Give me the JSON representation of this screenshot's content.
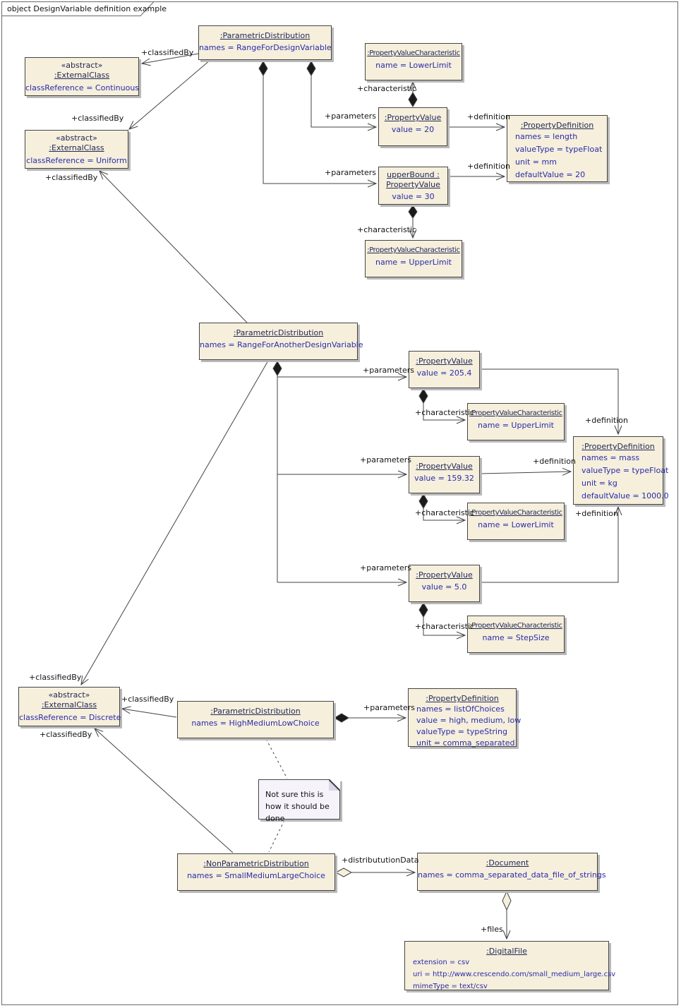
{
  "frame": {
    "title": "object DesignVariable definition example"
  },
  "colors": {
    "box_fill": "#F5EFDC",
    "box_border": "#454545",
    "title_text": "#232858",
    "attr_text": "#2B2BAA",
    "note_fill": "#F6F3FB",
    "line": "#434343",
    "shadow": "#B9B9B9"
  },
  "nodes": {
    "a": {
      "title": ":ParametricDistribution",
      "attrs": [
        "names = RangeForDesignVariable"
      ]
    },
    "b": {
      "stereotype": "«abstract»",
      "title": ":ExternalClass",
      "attrs": [
        "classReference = Continuous"
      ]
    },
    "c": {
      "stereotype": "«abstract»",
      "title": ":ExternalClass",
      "attrs": [
        "classReference = Uniform"
      ]
    },
    "d": {
      "title": ":PropertyValueCharacteristic",
      "attrs": [
        "name = LowerLimit"
      ]
    },
    "e": {
      "title": ":PropertyValue",
      "attrs": [
        "value = 20"
      ]
    },
    "f": {
      "title": ":PropertyDefinition",
      "attrs": [
        "names = length",
        "valueType = typeFloat",
        "unit = mm",
        "defaultValue = 20"
      ]
    },
    "g": {
      "title": "upperBound :",
      "title2": "PropertyValue",
      "attrs": [
        "value = 30"
      ]
    },
    "h": {
      "title": ":PropertyValueCharacteristic",
      "attrs": [
        "name = UpperLimit"
      ]
    },
    "i": {
      "title": ":ParametricDistribution",
      "attrs": [
        "names = RangeForAnotherDesignVariable"
      ]
    },
    "j": {
      "title": ":PropertyValue",
      "attrs": [
        "value = 205.4"
      ]
    },
    "k": {
      "title": ":PropertyValueCharacteristic",
      "attrs": [
        "name = UpperLimit"
      ]
    },
    "l": {
      "title": ":PropertyValue",
      "attrs": [
        "value = 159.32"
      ]
    },
    "m": {
      "title": ":PropertyValueCharacteristic",
      "attrs": [
        "name = LowerLimit"
      ]
    },
    "n": {
      "title": ":PropertyDefinition",
      "attrs": [
        "names = mass",
        "valueType = typeFloat",
        "unit = kg",
        "defaultValue = 1000.0"
      ]
    },
    "o": {
      "title": ":PropertyValue",
      "attrs": [
        "value = 5.0"
      ]
    },
    "p": {
      "title": ":PropertyValueCharacteristic",
      "attrs": [
        "name = StepSize"
      ]
    },
    "q": {
      "stereotype": "«abstract»",
      "title": ":ExternalClass",
      "attrs": [
        "classReference = Discrete"
      ]
    },
    "r": {
      "title": ":ParametricDistribution",
      "attrs": [
        "names = HighMediumLowChoice"
      ]
    },
    "s": {
      "title": ":PropertyDefinition",
      "attrs": [
        "names = listOfChoices",
        "value = high, medium, low",
        "valueType = typeString",
        "unit = comma_separated"
      ]
    },
    "u": {
      "title": ":NonParametricDistribution",
      "attrs": [
        "names = SmallMediumLargeChoice"
      ]
    },
    "v": {
      "title": ":Document",
      "attrs": [
        "names = comma_separated_data_file_of_strings"
      ]
    },
    "w": {
      "title": ":DigitalFile",
      "attrs": [
        "extension = csv",
        "uri = http://www.crescendo.com/small_medium_large.csv",
        "mimeType = text/csv"
      ]
    }
  },
  "note": {
    "text": "Not sure this is how it should be done"
  },
  "edges": [
    {
      "from": "RangeForDesignVariable",
      "to": "ExternalClass-Continuous",
      "label": "+classifiedBy"
    },
    {
      "from": "RangeForDesignVariable",
      "to": "ExternalClass-Uniform",
      "label": "+classifiedBy"
    },
    {
      "from": "RangeForAnotherDesignVariable",
      "to": "ExternalClass-Uniform",
      "label": "+classifiedBy"
    },
    {
      "from": "PropertyValue-20",
      "to": "PropertyValueCharacteristic-LowerLimit",
      "label": "+characteristic"
    },
    {
      "from": "RangeForDesignVariable",
      "to": "PropertyValue-20",
      "label": "+parameters"
    },
    {
      "from": "PropertyValue-20",
      "to": "PropertyDefinition-length",
      "label": "+definition"
    },
    {
      "from": "RangeForDesignVariable",
      "to": "upperBound-PropertyValue-30",
      "label": "+parameters"
    },
    {
      "from": "upperBound-PropertyValue-30",
      "to": "PropertyDefinition-length",
      "label": "+definition"
    },
    {
      "from": "upperBound-PropertyValue-30",
      "to": "PropertyValueCharacteristic-UpperLimit",
      "label": "+characteristic"
    },
    {
      "from": "RangeForAnotherDesignVariable",
      "to": "PropertyValue-205.4",
      "label": "+parameters"
    },
    {
      "from": "PropertyValue-205.4",
      "to": "PropertyValueCharacteristic-UpperLimit-2",
      "label": "+characteristic"
    },
    {
      "from": "PropertyValue-205.4",
      "to": "PropertyDefinition-mass",
      "label": "+definition"
    },
    {
      "from": "RangeForAnotherDesignVariable",
      "to": "PropertyValue-159.32",
      "label": "+parameters"
    },
    {
      "from": "PropertyValue-159.32",
      "to": "PropertyDefinition-mass",
      "label": "+definition"
    },
    {
      "from": "PropertyValue-159.32",
      "to": "PropertyValueCharacteristic-LowerLimit-2",
      "label": "+characteristic"
    },
    {
      "from": "PropertyValue-5.0",
      "to": "PropertyDefinition-mass",
      "label": "+definition"
    },
    {
      "from": "RangeForAnotherDesignVariable",
      "to": "PropertyValue-5.0",
      "label": "+parameters"
    },
    {
      "from": "PropertyValue-5.0",
      "to": "PropertyValueCharacteristic-StepSize",
      "label": "+characteristic"
    },
    {
      "from": "RangeForAnotherDesignVariable",
      "to": "ExternalClass-Discrete",
      "label": "+classifiedBy"
    },
    {
      "from": "HighMediumLowChoice",
      "to": "ExternalClass-Discrete",
      "label": "+classifiedBy"
    },
    {
      "from": "SmallMediumLargeChoice",
      "to": "ExternalClass-Discrete",
      "label": "+classifiedBy"
    },
    {
      "from": "HighMediumLowChoice",
      "to": "PropertyDefinition-listOfChoices",
      "label": "+parameters"
    },
    {
      "from": "SmallMediumLargeChoice",
      "to": "Document",
      "label": "+distribututionData"
    },
    {
      "from": "Document",
      "to": "DigitalFile",
      "label": "+files"
    },
    {
      "from": "HighMediumLowChoice",
      "to": "note"
    },
    {
      "from": "note",
      "to": "SmallMediumLargeChoice"
    }
  ]
}
